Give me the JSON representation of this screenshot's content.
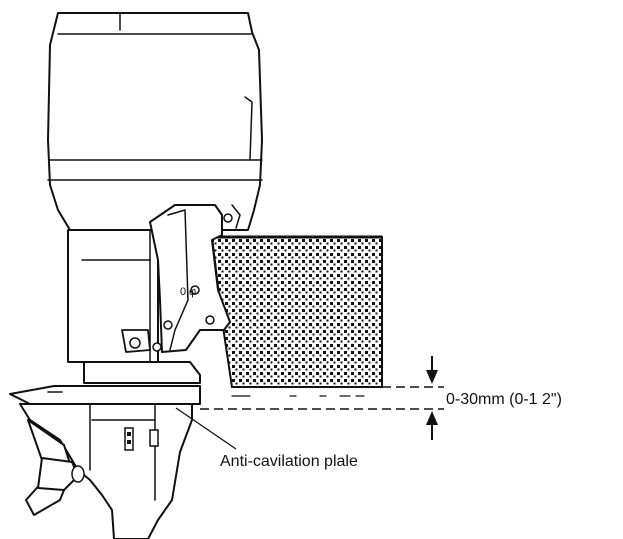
{
  "labels": {
    "clearance": "0-30mm (0-1 2\")",
    "plate": "Anti-cavilation plale",
    "decal": "0|φ"
  },
  "colors": {
    "line": "#111111",
    "dots": "#111111",
    "background": "#ffffff"
  },
  "icons": {
    "arrow_top": "arrow-down-icon",
    "arrow_bottom": "arrow-up-icon"
  }
}
